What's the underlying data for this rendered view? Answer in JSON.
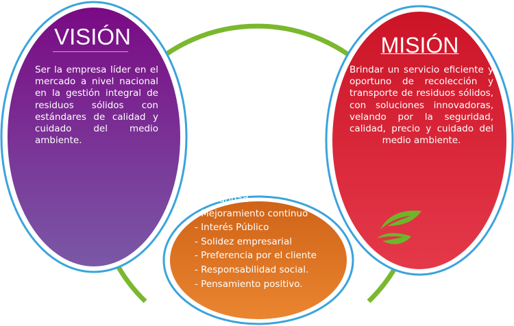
{
  "vision": {
    "title": "VISIÓN",
    "text": "Ser la empresa líder en el mercado a nivel nacional en la gestión integral de residuos sólidos con estándares de calidad y cuidado del medio ambiente.",
    "color_top": "#7a0a84",
    "color_bottom": "#7a58a6"
  },
  "mission": {
    "title": "MISIÓN",
    "text": "Brindar un servicio eficiente y oportuno de recolección y transporte de residuos sólidos, con soluciones innovadoras, velando por la seguridad, calidad, precio y cuidado del medio ambiente.",
    "color_top": "#cc1427",
    "color_bottom": "#e4394a"
  },
  "values": {
    "title": "VALORES",
    "items": [
      "- Integridad",
      "- Mejoramiento continuo",
      "- Interés Público",
      "- Solidez empresarial",
      "- Preferencia por el cliente",
      "- Responsabilidad social.",
      "- Pensamiento positivo."
    ],
    "color_top": "#cf6418",
    "color_bottom": "#ea8530"
  },
  "ring_color": "#7ab82e",
  "border_color": "#3aa3dc",
  "leaf_icon": "leaf-icon"
}
